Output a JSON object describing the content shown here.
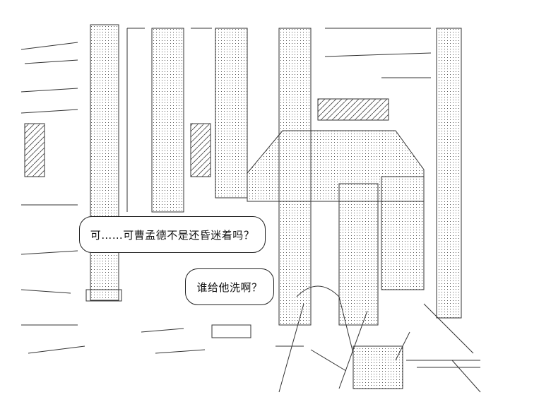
{
  "dialogue": [
    {
      "speaker_position": "upper-left",
      "text": "可……可曹孟德不是还昏迷着吗？"
    },
    {
      "speaker_position": "center",
      "text": "谁给他洗啊？"
    }
  ],
  "colors": {
    "ink": "#222222",
    "background": "#ffffff"
  }
}
